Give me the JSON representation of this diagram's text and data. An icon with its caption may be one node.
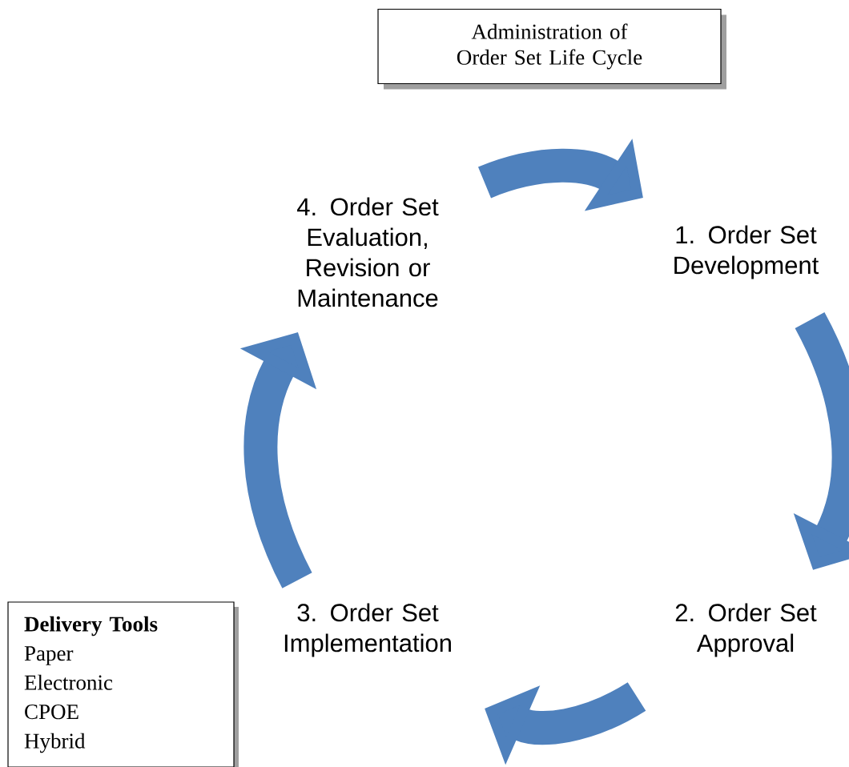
{
  "diagram": {
    "nodes": [
      {
        "text": [
          "Administration of Order Set Life Cycle"
        ]
      },
      {
        "text": [
          "1. Order Set Development"
        ]
      },
      {
        "text": [
          "2. Order Set Approval"
        ]
      },
      {
        "text": [
          "3. Order Set Implementation"
        ]
      },
      {
        "text": [
          "4. Order Set Evaluation, Revision or Maintenance"
        ]
      },
      {
        "text": [
          "Delivery Tools",
          "Paper",
          "Electronic",
          "CPOE",
          "Hybrid"
        ]
      }
    ],
    "edges": [
      {
        "from": 4,
        "to": 1,
        "arrow": "to"
      },
      {
        "from": 1,
        "to": 2,
        "arrow": "to"
      },
      {
        "from": 2,
        "to": 3,
        "arrow": "to"
      },
      {
        "from": 3,
        "to": 4,
        "arrow": "to"
      }
    ]
  }
}
